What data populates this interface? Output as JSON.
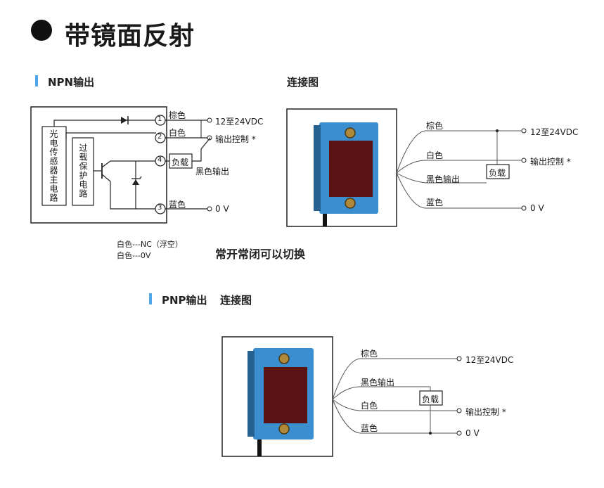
{
  "title": "带镜面反射",
  "npn": {
    "heading": "NPN输出",
    "circuit_main": "光电传感器主电路",
    "circuit_protect": "过载保护电路",
    "pins": [
      "1",
      "2",
      "4",
      "3"
    ],
    "wire_brown": "棕色",
    "wire_white": "白色",
    "wire_blue": "蓝色",
    "load": "负载",
    "black_output": "黑色输出",
    "supply": "12至24VDC",
    "output_control": "输出控制 *",
    "zero_v": "0 V",
    "note_line1": "白色---NC（浮空）",
    "note_line2": "白色---0V",
    "switch_note": "常开常闭可以切换"
  },
  "npn_wiring": {
    "heading": "连接图",
    "brown": "棕色",
    "white": "白色",
    "black_output": "黑色输出",
    "blue": "蓝色",
    "load": "负载",
    "supply": "12至24VDC",
    "output_control": "输出控制 *",
    "zero_v": "0 V"
  },
  "pnp": {
    "heading": "PNP输出",
    "heading2": "连接图",
    "brown": "棕色",
    "black_output": "黑色输出",
    "white": "白色",
    "blue": "蓝色",
    "load": "负载",
    "supply": "12至24VDC",
    "output_control": "输出控制 *",
    "zero_v": "0 V"
  },
  "colors": {
    "accent_bar": "#4da6e8",
    "sensor_body": "#3b8fd0",
    "lens": "#5a1212"
  }
}
